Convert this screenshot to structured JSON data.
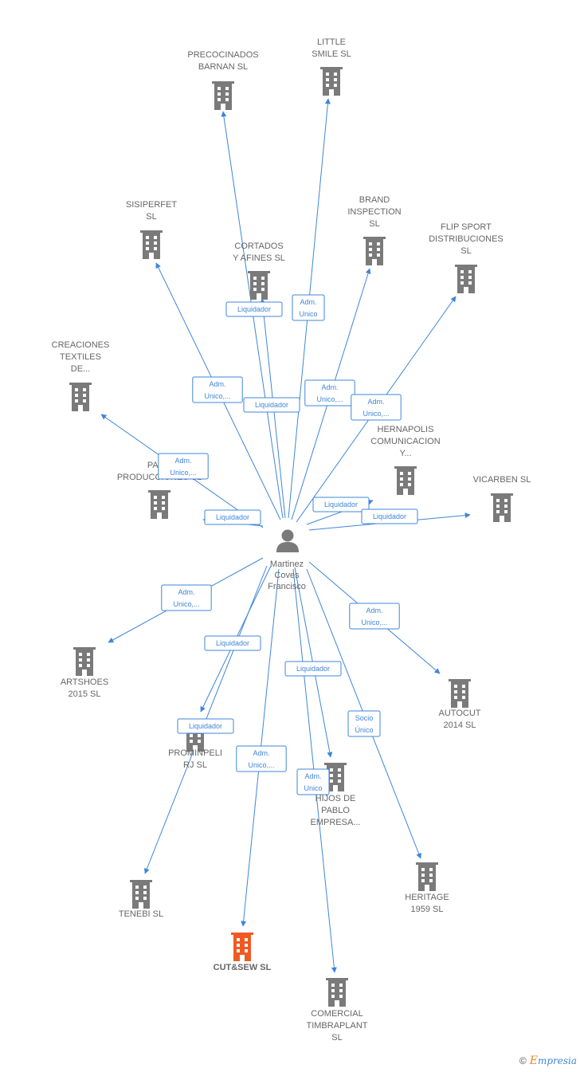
{
  "center_person": {
    "label_lines": [
      "Martinez",
      "Coves",
      "Francisco"
    ]
  },
  "colors": {
    "edge": "#3f86d8",
    "building": "#7a7a7a",
    "highlight": "#f05a22"
  },
  "companies": [
    {
      "id": "precocinados",
      "lines": [
        "PRECOCINADOS",
        "BARNAN SL"
      ]
    },
    {
      "id": "little",
      "lines": [
        "LITTLE",
        "SMILE SL"
      ]
    },
    {
      "id": "sisiperfet",
      "lines": [
        "SISIPERFET",
        "SL"
      ]
    },
    {
      "id": "brand",
      "lines": [
        "BRAND",
        "INSPECTION",
        "SL"
      ]
    },
    {
      "id": "flip",
      "lines": [
        "FLIP SPORT",
        "DISTRIBUCIONES",
        "SL"
      ]
    },
    {
      "id": "cortados",
      "lines": [
        "CORTADOS",
        "Y AFINES SL"
      ]
    },
    {
      "id": "creaciones",
      "lines": [
        "CREACIONES",
        "TEXTILES",
        "DE..."
      ]
    },
    {
      "id": "hernapolis",
      "lines": [
        "HERNAPOLIS",
        "COMUNICACION",
        "Y..."
      ]
    },
    {
      "id": "pas",
      "lines": [
        "PAS...",
        "PRODUCCIONES SL"
      ]
    },
    {
      "id": "vicarben",
      "lines": [
        "VICARBEN SL"
      ]
    },
    {
      "id": "artshoes",
      "lines": [
        "ARTSHOES",
        "2015 SL"
      ]
    },
    {
      "id": "autocut",
      "lines": [
        "AUTOCUT",
        "2014 SL"
      ]
    },
    {
      "id": "prominpeli",
      "lines": [
        "PROMINPELI",
        "RJ SL"
      ]
    },
    {
      "id": "hijos",
      "lines": [
        "HIJOS DE",
        "PABLO",
        "EMPRESA..."
      ]
    },
    {
      "id": "heritage",
      "lines": [
        "HERITAGE",
        "1959 SL"
      ]
    },
    {
      "id": "tenebi",
      "lines": [
        "TENEBI SL"
      ]
    },
    {
      "id": "cutsew",
      "lines": [
        "CUT&SEW SL"
      ],
      "highlight": true
    },
    {
      "id": "comercial",
      "lines": [
        "COMERCIAL",
        "TIMBRAPLANT",
        "SL"
      ]
    }
  ],
  "relations": [
    {
      "to": "precocinados",
      "role": [
        "Liquidador"
      ]
    },
    {
      "to": "little",
      "role": [
        "Adm.",
        "Unico"
      ]
    },
    {
      "to": "sisiperfet",
      "role": [
        "Adm.",
        "Unico,..."
      ]
    },
    {
      "to": "cortados",
      "role": [
        "Liquidador"
      ]
    },
    {
      "to": "brand",
      "role": [
        "Adm.",
        "Unico,..."
      ]
    },
    {
      "to": "flip",
      "role": [
        "Adm.",
        "Unico,..."
      ]
    },
    {
      "to": "creaciones",
      "role": [
        "Adm.",
        "Unico,..."
      ]
    },
    {
      "to": "pas",
      "role": [
        "Liquidador"
      ]
    },
    {
      "to": "hernapolis",
      "role": [
        "Liquidador"
      ]
    },
    {
      "to": "vicarben",
      "role": [
        "Liquidador"
      ]
    },
    {
      "to": "artshoes",
      "role": [
        "Adm.",
        "Unico,..."
      ]
    },
    {
      "to": "autocut",
      "role": [
        "Adm.",
        "Unico,..."
      ]
    },
    {
      "to": "prominpeli",
      "role": [
        "Liquidador"
      ]
    },
    {
      "to": "tenebi",
      "role": [
        "Liquidador"
      ]
    },
    {
      "to": "hijos",
      "role": [
        "Liquidador"
      ]
    },
    {
      "to": "heritage",
      "role": [
        "Socio",
        "Único"
      ]
    },
    {
      "to": "cutsew",
      "role": [
        "Adm.",
        "Unico,..."
      ]
    },
    {
      "to": "comercial",
      "role": [
        "Adm.",
        "Unico"
      ]
    }
  ],
  "footer": {
    "copyright": "©",
    "brand_first": "E",
    "brand_rest": "mpresia"
  }
}
